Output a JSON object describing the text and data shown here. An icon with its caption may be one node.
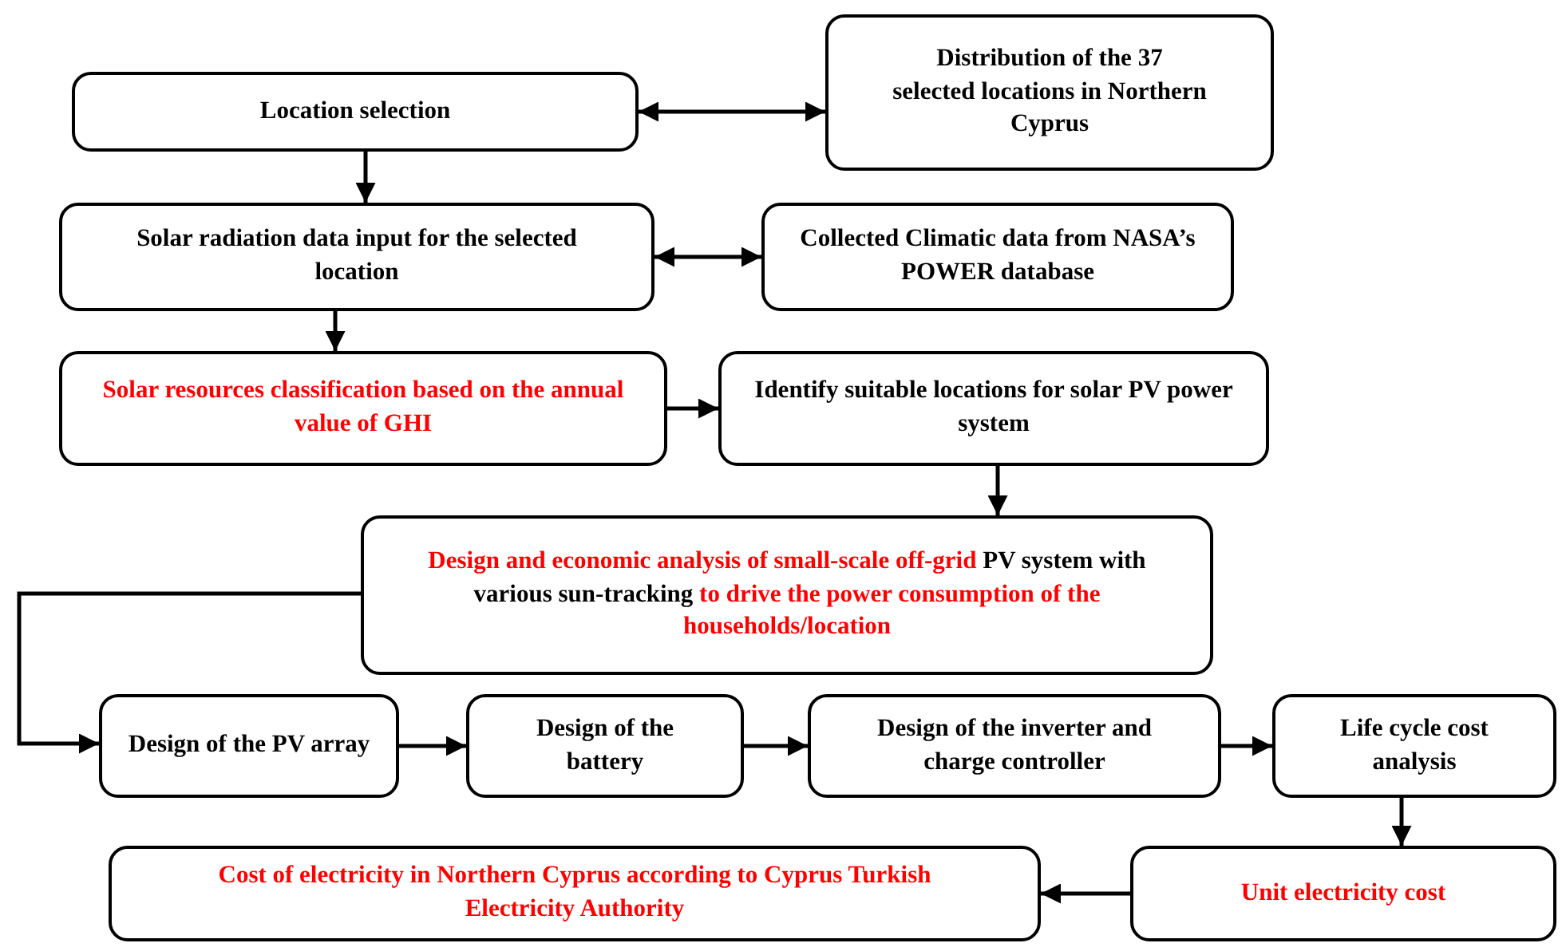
{
  "diagram": {
    "nodes": [
      {
        "text": [
          "Location selection"
        ]
      },
      {
        "text": [
          "Distribution of the 37 selected locations in Northern Cyprus"
        ]
      },
      {
        "text": [
          "Solar radiation data input for the selected location"
        ]
      },
      {
        "text": [
          "Collected Climatic data from NASA’s POWER database"
        ]
      },
      {
        "text": [
          "Solar resources classification based on the annual value of GHI"
        ]
      },
      {
        "text": [
          "Identify suitable locations for solar PV power system"
        ]
      },
      {
        "text": [
          "Design and economic analysis of small-scale off-grid *PV system with various sun-tracking* to drive the power consumption of the households/location"
        ]
      },
      {
        "text": [
          "Design of the PV array"
        ]
      },
      {
        "text": [
          "Design of the battery"
        ]
      },
      {
        "text": [
          "Design of the inverter and charge controller"
        ]
      },
      {
        "text": [
          "Life cycle cost analysis"
        ]
      },
      {
        "text": [
          "Unit electricity cost"
        ]
      },
      {
        "text": [
          "Cost of electricity in Northern Cyprus according to Cyprus Turkish Electricity Authority"
        ]
      }
    ],
    "edges": [
      {
        "from": 0,
        "to": 1,
        "arrow": "both"
      },
      {
        "from": 0,
        "to": 2,
        "arrow": "to"
      },
      {
        "from": 2,
        "to": 3,
        "arrow": "both"
      },
      {
        "from": 2,
        "to": 4,
        "arrow": "to"
      },
      {
        "from": 4,
        "to": 5,
        "arrow": "to"
      },
      {
        "from": 5,
        "to": 6,
        "arrow": "to"
      },
      {
        "from": 6,
        "to": 7,
        "arrow": "to"
      },
      {
        "from": 7,
        "to": 8,
        "arrow": "to"
      },
      {
        "from": 8,
        "to": 9,
        "arrow": "to"
      },
      {
        "from": 9,
        "to": 10,
        "arrow": "to"
      },
      {
        "from": 10,
        "to": 11,
        "arrow": "to"
      },
      {
        "from": 11,
        "to": 12,
        "arrow": "to"
      }
    ]
  }
}
